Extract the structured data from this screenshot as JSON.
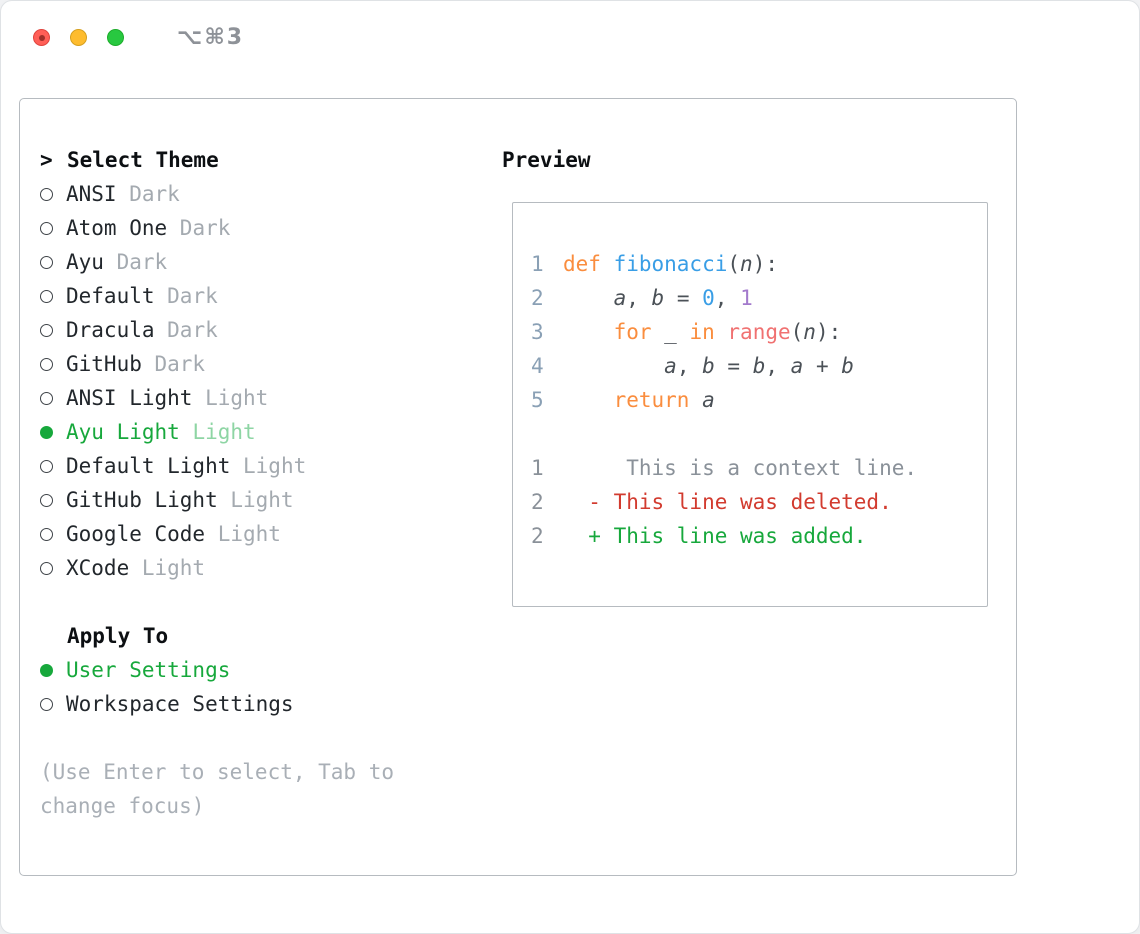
{
  "window": {
    "shortcut": "⌥⌘3"
  },
  "selector": {
    "prompt_prefix": ">",
    "heading": "Select Theme",
    "items": [
      {
        "name": "ANSI",
        "variant": "Dark",
        "selected": false
      },
      {
        "name": "Atom One",
        "variant": "Dark",
        "selected": false
      },
      {
        "name": "Ayu",
        "variant": "Dark",
        "selected": false
      },
      {
        "name": "Default",
        "variant": "Dark",
        "selected": false
      },
      {
        "name": "Dracula",
        "variant": "Dark",
        "selected": false
      },
      {
        "name": "GitHub",
        "variant": "Dark",
        "selected": false
      },
      {
        "name": "ANSI Light",
        "variant": "Light",
        "selected": false
      },
      {
        "name": "Ayu Light",
        "variant": "Light",
        "selected": true
      },
      {
        "name": "Default Light",
        "variant": "Light",
        "selected": false
      },
      {
        "name": "GitHub Light",
        "variant": "Light",
        "selected": false
      },
      {
        "name": "Google Code",
        "variant": "Light",
        "selected": false
      },
      {
        "name": "XCode",
        "variant": "Light",
        "selected": false
      }
    ],
    "apply_heading": "Apply To",
    "apply_options": [
      {
        "label": "User Settings",
        "selected": true
      },
      {
        "label": "Workspace Settings",
        "selected": false
      }
    ],
    "help": "(Use Enter to select, Tab to change focus)"
  },
  "preview": {
    "heading": "Preview",
    "code_lines": [
      {
        "num": "1",
        "tokens": [
          {
            "t": "def ",
            "c": "kw"
          },
          {
            "t": "fibonacci",
            "c": "fn"
          },
          {
            "t": "(",
            "c": "plain"
          },
          {
            "t": "n",
            "c": "var"
          },
          {
            "t": "):",
            "c": "plain"
          }
        ]
      },
      {
        "num": "2",
        "tokens": [
          {
            "t": "    ",
            "c": "plain"
          },
          {
            "t": "a",
            "c": "var"
          },
          {
            "t": ", ",
            "c": "plain"
          },
          {
            "t": "b",
            "c": "var"
          },
          {
            "t": " = ",
            "c": "plain"
          },
          {
            "t": "0",
            "c": "num-blue"
          },
          {
            "t": ", ",
            "c": "plain"
          },
          {
            "t": "1",
            "c": "num-purple"
          }
        ]
      },
      {
        "num": "3",
        "tokens": [
          {
            "t": "    ",
            "c": "plain"
          },
          {
            "t": "for",
            "c": "kw"
          },
          {
            "t": " _ ",
            "c": "plain"
          },
          {
            "t": "in",
            "c": "kw"
          },
          {
            "t": " ",
            "c": "plain"
          },
          {
            "t": "range",
            "c": "call"
          },
          {
            "t": "(",
            "c": "plain"
          },
          {
            "t": "n",
            "c": "var"
          },
          {
            "t": "):",
            "c": "plain"
          }
        ]
      },
      {
        "num": "4",
        "tokens": [
          {
            "t": "        ",
            "c": "plain"
          },
          {
            "t": "a",
            "c": "var"
          },
          {
            "t": ", ",
            "c": "plain"
          },
          {
            "t": "b",
            "c": "var"
          },
          {
            "t": " = ",
            "c": "plain"
          },
          {
            "t": "b",
            "c": "var"
          },
          {
            "t": ", ",
            "c": "plain"
          },
          {
            "t": "a",
            "c": "var"
          },
          {
            "t": " + ",
            "c": "plain"
          },
          {
            "t": "b",
            "c": "var"
          }
        ]
      },
      {
        "num": "5",
        "tokens": [
          {
            "t": "    ",
            "c": "plain"
          },
          {
            "t": "return",
            "c": "kw"
          },
          {
            "t": " ",
            "c": "plain"
          },
          {
            "t": "a",
            "c": "var"
          }
        ]
      }
    ],
    "diff_lines": [
      {
        "num": "1",
        "type": "context",
        "text": "     This is a context line."
      },
      {
        "num": "2",
        "type": "deleted",
        "text": "  - This line was deleted."
      },
      {
        "num": "2",
        "type": "added",
        "text": "  + This line was added."
      }
    ]
  },
  "colors": {
    "selected_green": "#17a83c",
    "selected_green_soft": "#8ed5a4",
    "added_green": "#17a83c",
    "deleted_red": "#d23b2f",
    "context_gray": "#8a9199",
    "keyword_orange": "#fa8d3e",
    "function_blue": "#399ee6",
    "call_coral": "#f07171",
    "number_blue": "#399ee6",
    "number_purple": "#a37acc",
    "code_plain": "#4b5157",
    "line_number_blue": "#8aa0b5",
    "line_number_gray": "#8a9199"
  }
}
